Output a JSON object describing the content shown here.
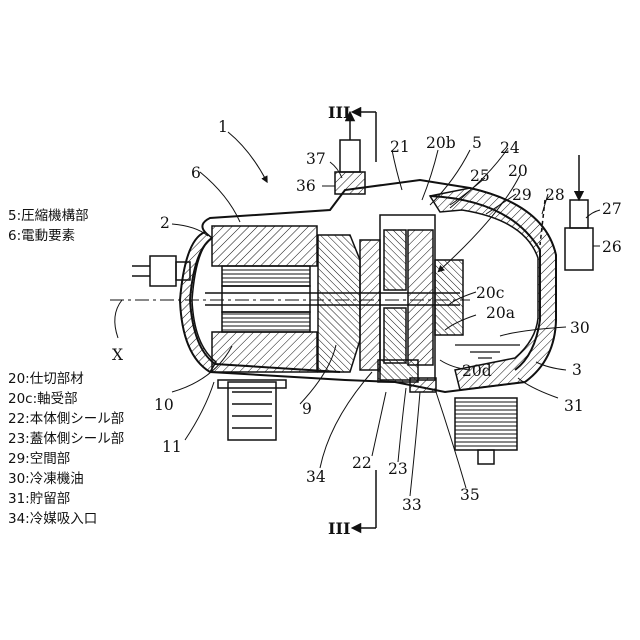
{
  "legend_top": [
    "5:圧縮機構部",
    "6:電動要素"
  ],
  "legend_bottom": [
    "20:仕切部材",
    "20c:軸受部",
    "22:本体側シール部",
    "23:蓋体側シール部",
    "29:空間部",
    "30:冷凍機油",
    "31:貯留部",
    "34:冷媒吸入口"
  ],
  "refs": {
    "r1": "1",
    "r2": "2",
    "r3": "3",
    "r5": "5",
    "r6": "6",
    "r9": "9",
    "r10": "10",
    "r11": "11",
    "r20": "20",
    "r20a": "20a",
    "r20b": "20b",
    "r20c": "20c",
    "r20d": "20d",
    "r21": "21",
    "r22": "22",
    "r23": "23",
    "r24": "24",
    "r25": "25",
    "r26": "26",
    "r27": "27",
    "r28": "28",
    "r29": "29",
    "r30": "30",
    "r31": "31",
    "r33": "33",
    "r34": "34",
    "r35": "35",
    "r36": "36",
    "r37": "37",
    "rX": "X"
  },
  "section_marks": {
    "top": "III",
    "bottom": "III"
  },
  "colors": {
    "line": "#111111",
    "background": "#ffffff"
  }
}
